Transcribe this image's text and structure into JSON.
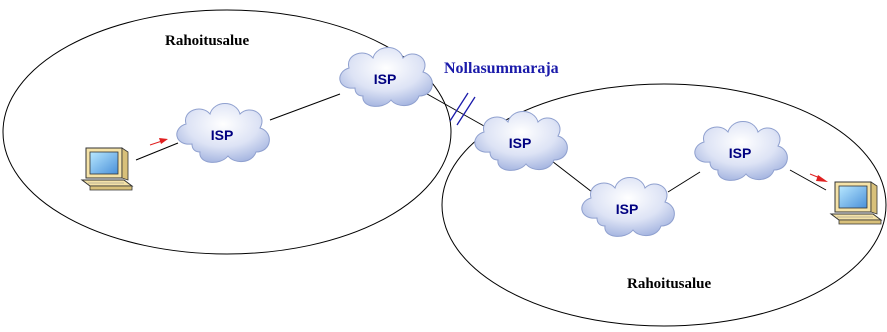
{
  "regions": {
    "left": {
      "label": "Rahoitusalue"
    },
    "right": {
      "label": "Rahoitusalue"
    }
  },
  "boundary": {
    "label": "Nollasummaraja",
    "color": "#1a1aaa"
  },
  "clouds": [
    {
      "id": "isp-left-1",
      "label": "ISP"
    },
    {
      "id": "isp-left-2",
      "label": "ISP"
    },
    {
      "id": "isp-right-1",
      "label": "ISP"
    },
    {
      "id": "isp-right-2",
      "label": "ISP"
    },
    {
      "id": "isp-right-3",
      "label": "ISP"
    }
  ],
  "colors": {
    "cloud_text": "#000080",
    "cloud_fill": "#e6eaf6",
    "arrow": "#e02020",
    "computer_body": "#f5e3a8"
  }
}
